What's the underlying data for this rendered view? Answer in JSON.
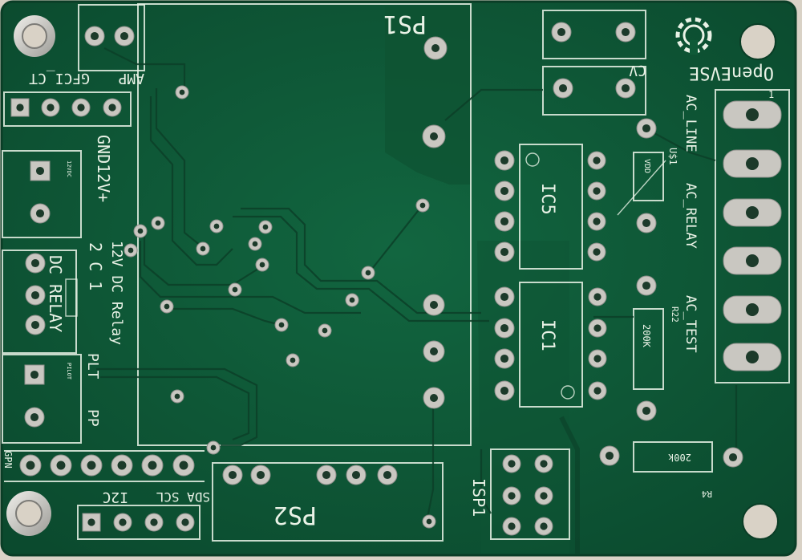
{
  "board": {
    "colors": {
      "pcb": "#0f5a38",
      "pcb_dark": "#0b4a2e",
      "silkscreen": "#e9f2e6",
      "pad": "#c9c7c1",
      "background": "#d9d2c6"
    },
    "logo_text": "OpenEVSE",
    "labels": {
      "ps1": "PS1",
      "ps2": "PS2",
      "ic5": "IC5",
      "ic1": "IC1",
      "isp1": "ISP1",
      "cv": "CV",
      "amp": "AMP",
      "gfci_ct": "GFCI_CT",
      "gnd12v": "GND12V+",
      "dc_relay": "DC RELAY",
      "relay_pins": "2  C  1",
      "relay_12v": "12V DC Relay",
      "plt": "PLT",
      "pp": "PP",
      "gpn": "GPN",
      "i2c": "I2C",
      "sda_scl": "SDA SCL",
      "ac_line": "AC_LINE",
      "ac_relay": "AC_RELAY",
      "ac_test": "AC_TEST",
      "u1": "U$1",
      "r22": "R22",
      "r4": "R4",
      "r22_value": "200K",
      "r4_value": "200k",
      "vdd": "VDD",
      "v12_small": "12VDC",
      "pilot_small": "PILOT",
      "pin1": "1"
    }
  }
}
